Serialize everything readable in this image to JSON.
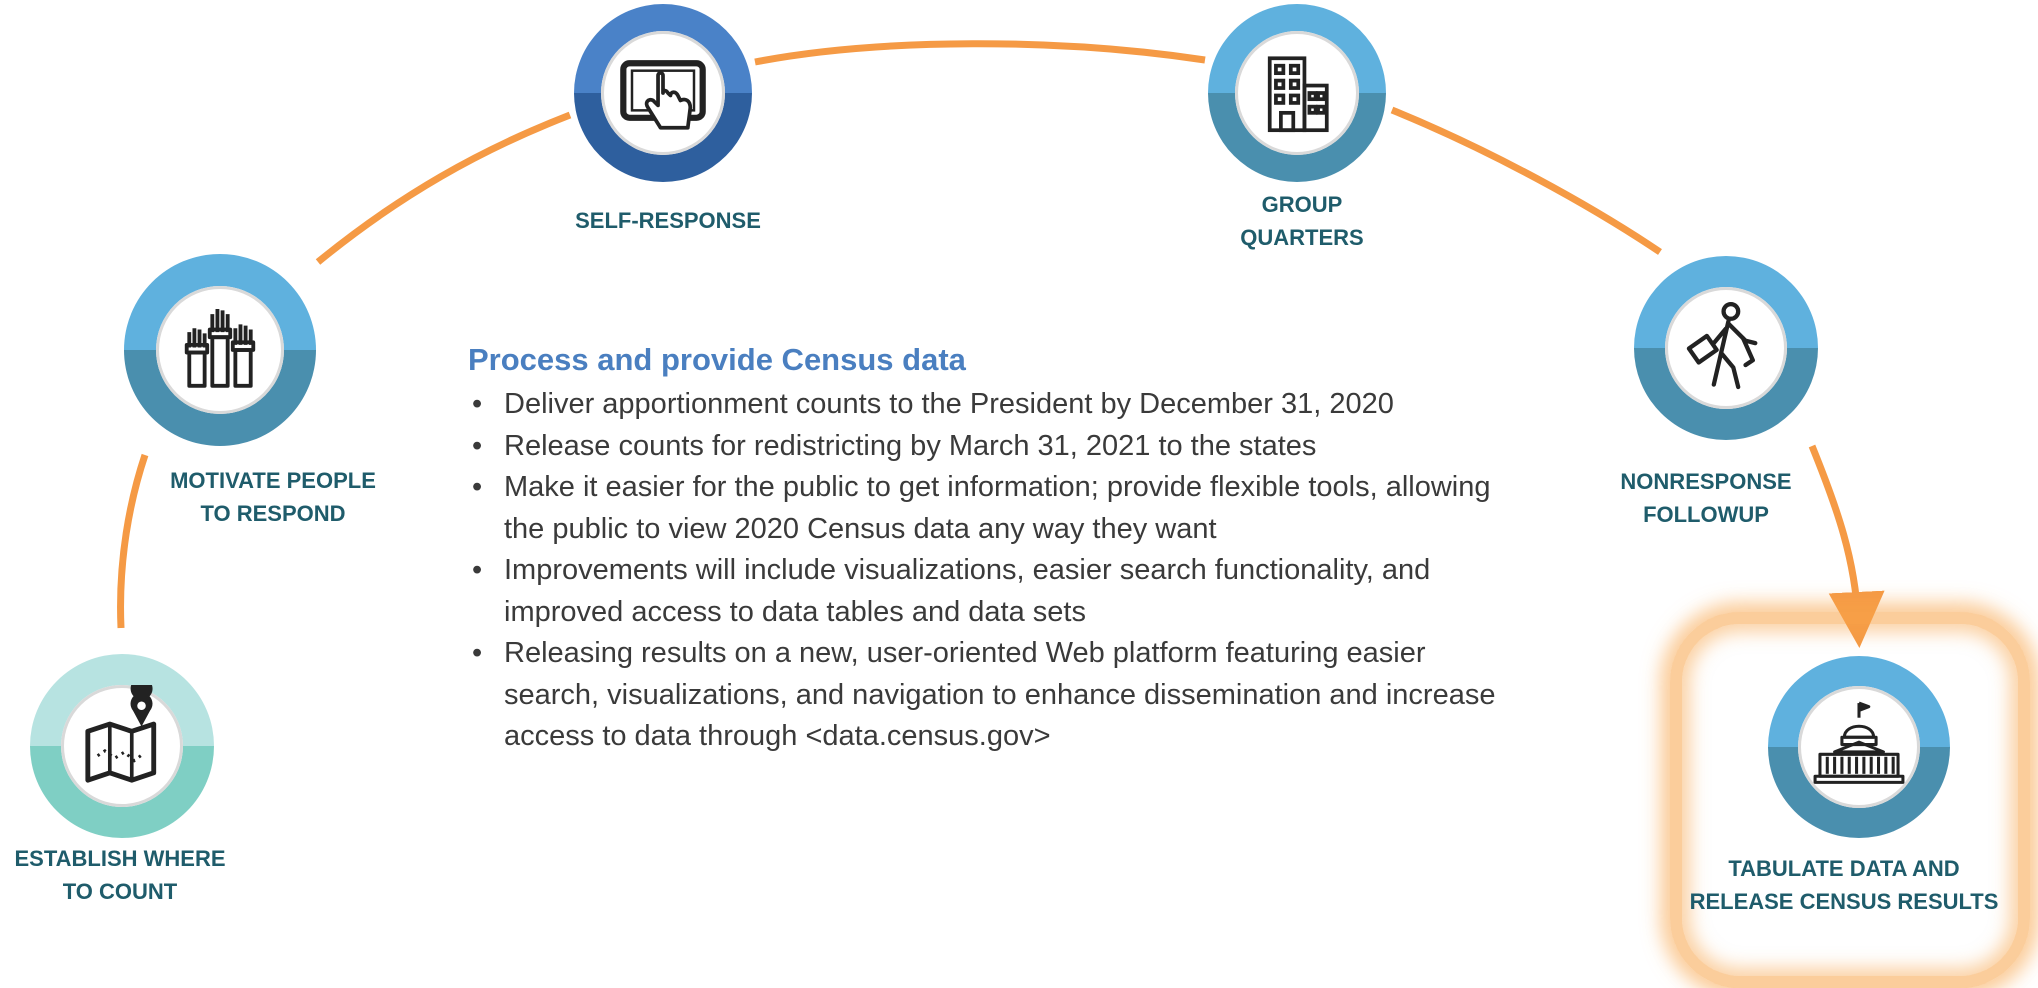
{
  "colors": {
    "arrow": "#f59a45",
    "label_text": "#1f5c6b",
    "heading": "#4a7fc0",
    "ring_blue_top": "#5fb1de",
    "ring_blue_bottom": "#4a8fae",
    "ring_dark_top": "#4a82c8",
    "ring_dark_bottom": "#2e5f9e",
    "ring_teal_top": "#b7e3e1",
    "ring_teal_bottom": "#7fcfc4",
    "glow": "#f7a448"
  },
  "steps": [
    {
      "id": "establish",
      "label": "ESTABLISH WHERE\nTO COUNT",
      "icon": "map-pin-icon",
      "ring": "teal"
    },
    {
      "id": "motivate",
      "label": "MOTIVATE PEOPLE\nTO RESPOND",
      "icon": "raised-hands-icon",
      "ring": "blue"
    },
    {
      "id": "self-response",
      "label": "SELF-RESPONSE",
      "icon": "touchscreen-tap-icon",
      "ring": "dark"
    },
    {
      "id": "group-quarters",
      "label": "GROUP\nQUARTERS",
      "icon": "building-icon",
      "ring": "blue"
    },
    {
      "id": "nonresponse",
      "label": "NONRESPONSE\nFOLLOWUP",
      "icon": "walking-enumerator-icon",
      "ring": "blue"
    },
    {
      "id": "tabulate",
      "label": "TABULATE DATA AND\nRELEASE CENSUS RESULTS",
      "icon": "capitol-building-icon",
      "ring": "blue",
      "highlighted": true
    }
  ],
  "panel": {
    "heading": "Process and provide Census data",
    "bullets": [
      "Deliver apportionment counts to the President by December 31, 2020",
      "Release counts for redistricting by March 31, 2021 to the states",
      "Make it easier for the public to get information; provide flexible tools, allowing the public to view 2020 Census data any way they want",
      "Improvements will include visualizations, easier search functionality, and improved access to data tables and data sets",
      "Releasing results on a new, user-oriented Web platform featuring easier search, visualizations, and navigation to enhance dissemination and increase access to data through <data.census.gov>"
    ]
  }
}
